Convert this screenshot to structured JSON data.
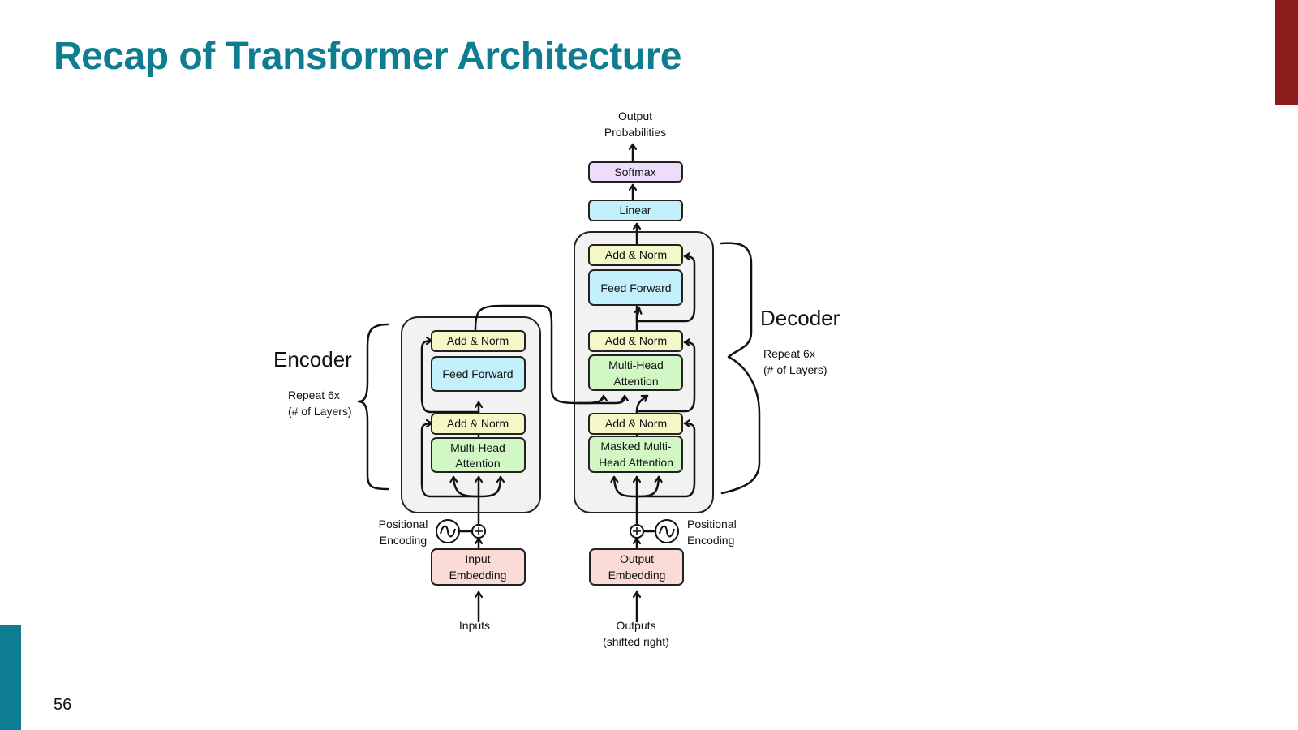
{
  "slide": {
    "title": "Recap of Transformer Architecture",
    "page_number": "56"
  },
  "colors": {
    "title": "#0e7d92",
    "accent_red": "#8c1c1c",
    "accent_teal": "#0e7d92",
    "add_norm": "#f4f7c6",
    "feed_forward": "#c4f0fb",
    "attention": "#d1f7c4",
    "embedding": "#fadbd6",
    "softmax": "#eedcfb",
    "linear": "#c4f0fb",
    "stack_bg": "#f2f2f2"
  },
  "encoder": {
    "title": "Encoder",
    "repeat_line1": "Repeat 6x",
    "repeat_line2": "(# of Layers)",
    "add_norm_top": "Add & Norm",
    "feed_forward": "Feed Forward",
    "add_norm_bottom": "Add & Norm",
    "attention_line1": "Multi-Head",
    "attention_line2": "Attention",
    "positional_line1": "Positional",
    "positional_line2": "Encoding",
    "embedding_line1": "Input",
    "embedding_line2": "Embedding",
    "inputs": "Inputs"
  },
  "decoder": {
    "title": "Decoder",
    "repeat_line1": "Repeat 6x",
    "repeat_line2": "(# of Layers)",
    "add_norm_top": "Add & Norm",
    "feed_forward": "Feed Forward",
    "add_norm_middle": "Add & Norm",
    "cross_attention_line1": "Multi-Head",
    "cross_attention_line2": "Attention",
    "add_norm_bottom": "Add & Norm",
    "masked_attention_line1": "Masked Multi-",
    "masked_attention_line2": "Head Attention",
    "positional_line1": "Positional",
    "positional_line2": "Encoding",
    "embedding_line1": "Output",
    "embedding_line2": "Embedding",
    "outputs_line1": "Outputs",
    "outputs_line2": "(shifted right)"
  },
  "head": {
    "linear": "Linear",
    "softmax": "Softmax",
    "output_line1": "Output",
    "output_line2": "Probabilities"
  }
}
